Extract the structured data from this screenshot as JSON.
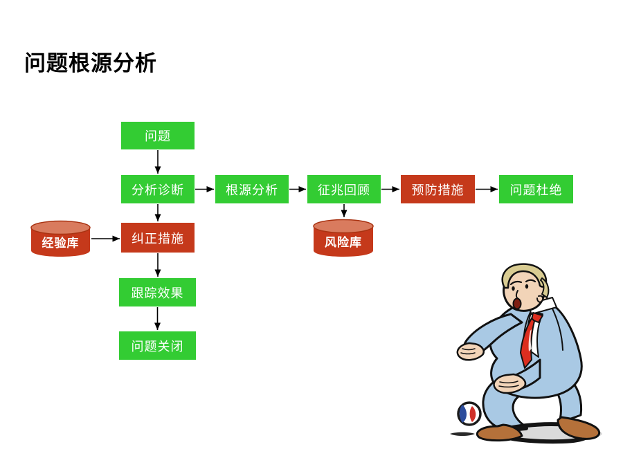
{
  "slide": {
    "title": "问题根源分析"
  },
  "colors": {
    "background": "#FFFFFF",
    "green_box": "#33CC33",
    "red_box": "#C5391B",
    "cylinder_body": "#C5391B",
    "cylinder_top": "#D97B5E",
    "cylinder_rim": "#A93312",
    "box_text": "#FFFFFF",
    "title_text": "#000000",
    "arrow": "#000000"
  },
  "flowchart": {
    "nodes": [
      {
        "id": "problem",
        "label": "问题",
        "shape": "box",
        "color": "green"
      },
      {
        "id": "analyze",
        "label": "分析诊断",
        "shape": "box",
        "color": "green"
      },
      {
        "id": "root-cause",
        "label": "根源分析",
        "shape": "box",
        "color": "green"
      },
      {
        "id": "symptom-review",
        "label": "征兆回顾",
        "shape": "box",
        "color": "green"
      },
      {
        "id": "prevention",
        "label": "预防措施",
        "shape": "box",
        "color": "red"
      },
      {
        "id": "eliminate",
        "label": "问题杜绝",
        "shape": "box",
        "color": "green"
      },
      {
        "id": "experience-db",
        "label": "经验库",
        "shape": "cylinder",
        "color": "red"
      },
      {
        "id": "corrective",
        "label": "纠正措施",
        "shape": "box",
        "color": "red"
      },
      {
        "id": "risk-db",
        "label": "风险库",
        "shape": "cylinder",
        "color": "red"
      },
      {
        "id": "track-effect",
        "label": "跟踪效果",
        "shape": "box",
        "color": "green"
      },
      {
        "id": "close-problem",
        "label": "问题关闭",
        "shape": "box",
        "color": "green"
      }
    ],
    "edges": [
      {
        "from": "problem",
        "to": "analyze",
        "dir": "down"
      },
      {
        "from": "analyze",
        "to": "root-cause",
        "dir": "right"
      },
      {
        "from": "root-cause",
        "to": "symptom-review",
        "dir": "right"
      },
      {
        "from": "symptom-review",
        "to": "prevention",
        "dir": "right"
      },
      {
        "from": "prevention",
        "to": "eliminate",
        "dir": "right"
      },
      {
        "from": "analyze",
        "to": "corrective",
        "dir": "down"
      },
      {
        "from": "experience-db",
        "to": "corrective",
        "dir": "right"
      },
      {
        "from": "corrective",
        "to": "track-effect",
        "dir": "down"
      },
      {
        "from": "track-effect",
        "to": "close-problem",
        "dir": "down"
      },
      {
        "from": "symptom-review",
        "to": "risk-db",
        "dir": "down"
      }
    ]
  },
  "illustration": {
    "name": "man-reaching-for-ball-clipart",
    "colors": {
      "suit": "#A9C9E4",
      "skin": "#F2D4B8",
      "hair": "#D9CC92",
      "tie": "#DC2E1F",
      "shoes": "#B5713A",
      "ball_red": "#D03028",
      "ball_blue": "#2C4C9C",
      "outline": "#111111"
    }
  }
}
